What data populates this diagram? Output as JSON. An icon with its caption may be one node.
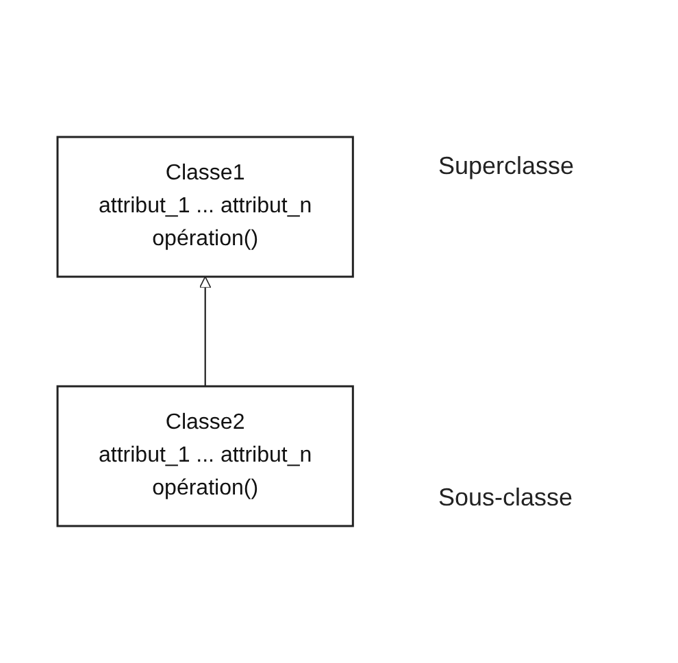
{
  "diagram": {
    "nodes": [
      {
        "text": [
          "Classe1",
          "attribut_1 ... attribut_n",
          "opération()"
        ],
        "beside": [
          "Superclasse"
        ]
      },
      {
        "text": [
          "Classe2",
          "attribut_1 ... attribut_n",
          "opération()"
        ],
        "beside": [
          "Sous-classe"
        ]
      }
    ],
    "edges": [
      {
        "from": 1,
        "to": 0,
        "arrow": "to"
      }
    ]
  }
}
